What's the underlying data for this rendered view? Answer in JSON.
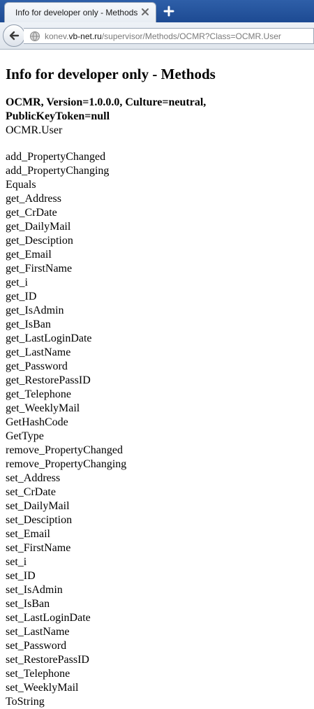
{
  "browser": {
    "tab_title": "Info for developer only - Methods",
    "url_prefix": "konev.",
    "url_domain": "vb-net.ru",
    "url_path": "/supervisor/Methods/OCMR?Class=OCMR.User"
  },
  "page": {
    "heading": "Info for developer only - Methods",
    "assembly": "OCMR, Version=1.0.0.0, Culture=neutral, PublicKeyToken=null",
    "class_name": "OCMR.User",
    "methods": [
      "add_PropertyChanged",
      "add_PropertyChanging",
      "Equals",
      "get_Address",
      "get_CrDate",
      "get_DailyMail",
      "get_Desciption",
      "get_Email",
      "get_FirstName",
      "get_i",
      "get_ID",
      "get_IsAdmin",
      "get_IsBan",
      "get_LastLoginDate",
      "get_LastName",
      "get_Password",
      "get_RestorePassID",
      "get_Telephone",
      "get_WeeklyMail",
      "GetHashCode",
      "GetType",
      "remove_PropertyChanged",
      "remove_PropertyChanging",
      "set_Address",
      "set_CrDate",
      "set_DailyMail",
      "set_Desciption",
      "set_Email",
      "set_FirstName",
      "set_i",
      "set_ID",
      "set_IsAdmin",
      "set_IsBan",
      "set_LastLoginDate",
      "set_LastName",
      "set_Password",
      "set_RestorePassID",
      "set_Telephone",
      "set_WeeklyMail",
      "ToString"
    ]
  },
  "icons": {
    "back": "back-arrow-icon",
    "site": "globe-icon",
    "close": "close-icon",
    "new_tab": "plus-icon"
  },
  "colors": {
    "tabstrip": "#1d4a93",
    "text": "#000000",
    "url_muted": "#7a7a7a"
  }
}
